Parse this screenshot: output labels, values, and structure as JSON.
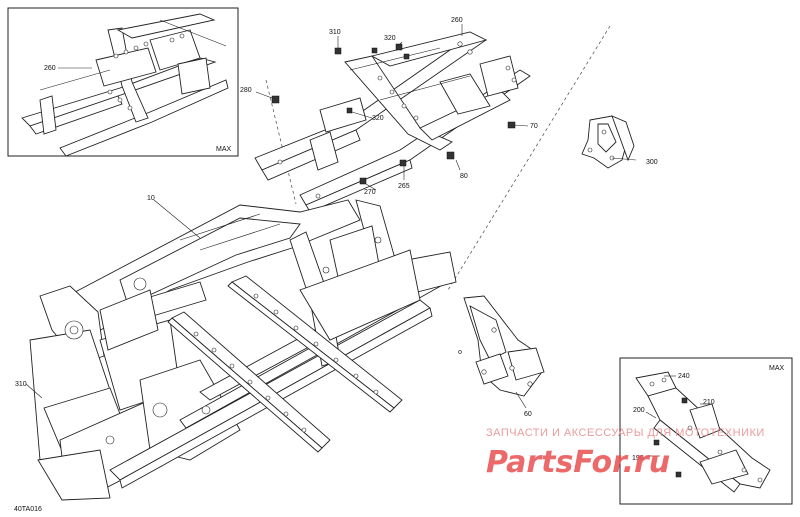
{
  "diagram": {
    "drawing_code": "40TA016",
    "inset_top_left": {
      "label": "MAX",
      "callouts": [
        "260"
      ]
    },
    "inset_bottom_right": {
      "label": "MAX",
      "callouts": [
        "240",
        "210",
        "200",
        "190"
      ]
    },
    "main_callouts": {
      "c310_top": "310",
      "c320_top": "320",
      "c260_top": "260",
      "c280": "280",
      "c320_mid": "320",
      "c70": "70",
      "c300": "300",
      "c80": "80",
      "c265": "265",
      "c270": "270",
      "c10": "10",
      "c310_left": "310",
      "c60": "60"
    },
    "watermark": {
      "line1": "ЗАПЧАСТИ И АКСЕССУАРЫ ДЛЯ МОТОТЕХНИКИ",
      "line2": "PartsFor.ru"
    }
  }
}
